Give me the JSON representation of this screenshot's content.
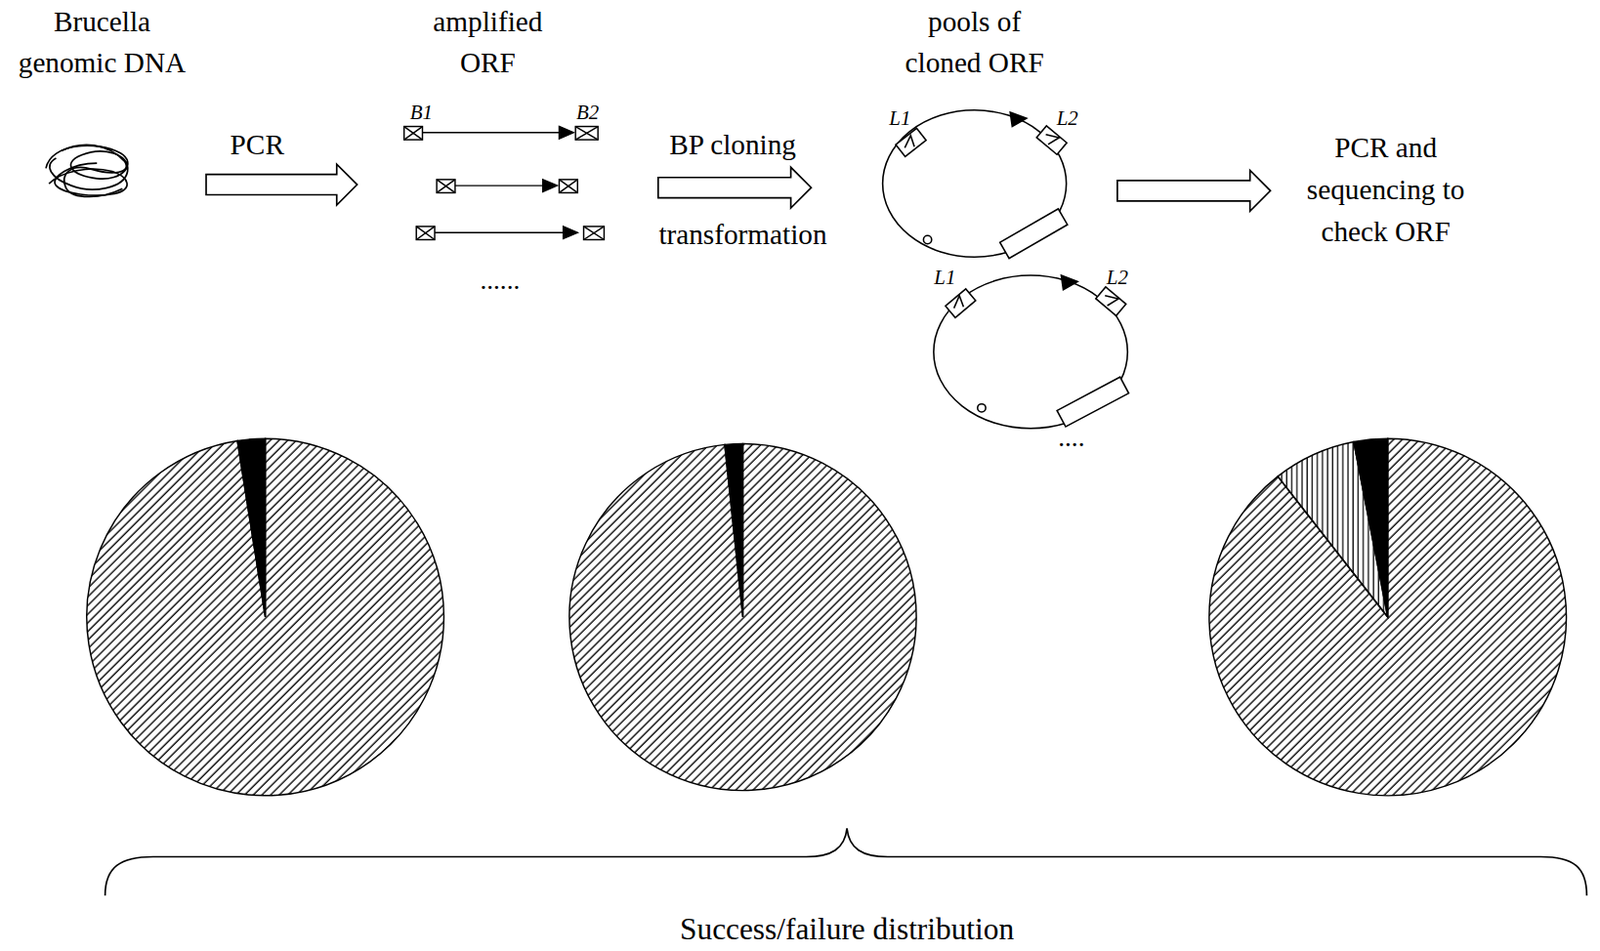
{
  "diagram": {
    "labels": [
      "Brucella genomic DNA",
      "PCR",
      "amplified ORF",
      "B1",
      "B2",
      "......",
      "BP cloning",
      "transformation",
      "pools of cloned ORF",
      "L1",
      "L2",
      "L1",
      "L2",
      "....",
      "PCR and sequencing to check ORF",
      "Success/failure distribution"
    ]
  }
}
